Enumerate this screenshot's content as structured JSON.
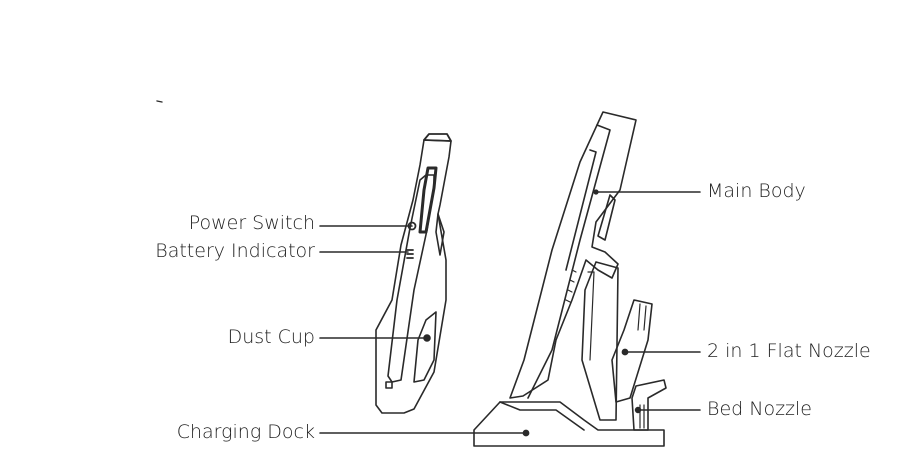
{
  "labels": {
    "power_switch": "Power Switch",
    "battery_indicator": "Battery Indicator",
    "dust_cup": "Dust Cup",
    "charging_dock": "Charging Dock",
    "main_body": "Main Body",
    "flat_nozzle": "2 in 1 Flat Nozzle",
    "bed_nozzle": "Bed Nozzle"
  },
  "colors": {
    "line": "#2a2a2a",
    "text": "#222222",
    "background": "#ffffff"
  }
}
